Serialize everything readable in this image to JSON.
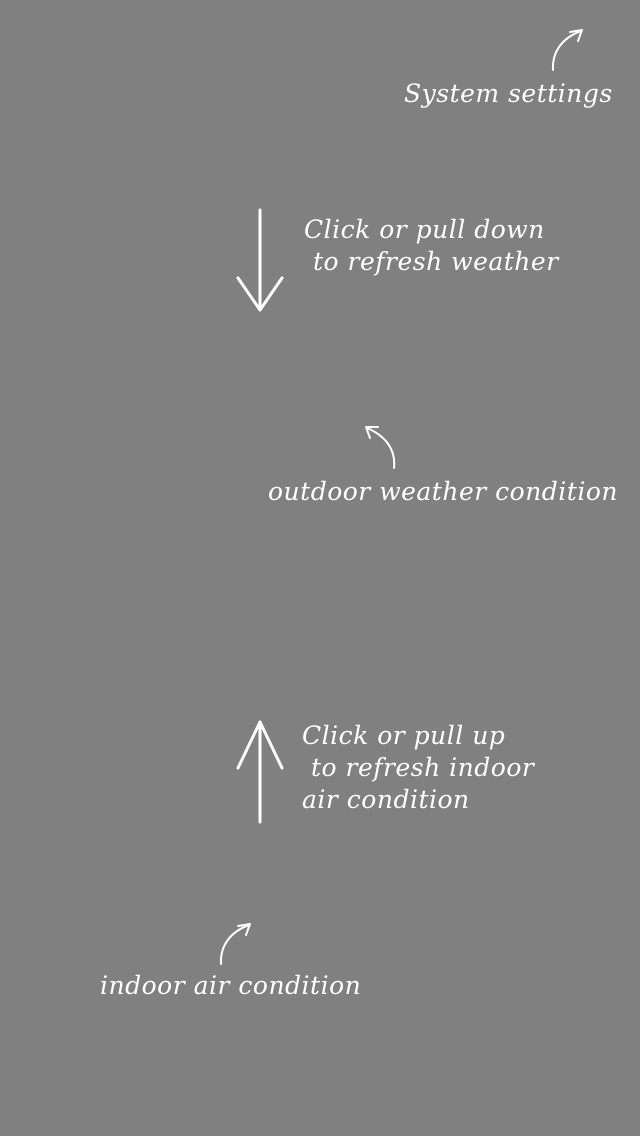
{
  "colors": {
    "overlay_background": "#808080",
    "annotation": "#ffffff"
  },
  "annotations": {
    "system_settings": {
      "text": "System settings",
      "icon": "curved-arrow-up-right-icon"
    },
    "refresh_weather": {
      "line1": "Click or pull down",
      "line2": "to refresh weather",
      "icon": "arrow-down-icon"
    },
    "outdoor_weather": {
      "text": "outdoor weather condition",
      "icon": "curved-arrow-up-left-icon"
    },
    "refresh_indoor": {
      "line1": "Click or pull up",
      "line2": "to refresh indoor",
      "line3": "air condition",
      "icon": "arrow-up-icon"
    },
    "indoor_air": {
      "text": "indoor air condition",
      "icon": "curved-arrow-up-right-icon"
    }
  }
}
